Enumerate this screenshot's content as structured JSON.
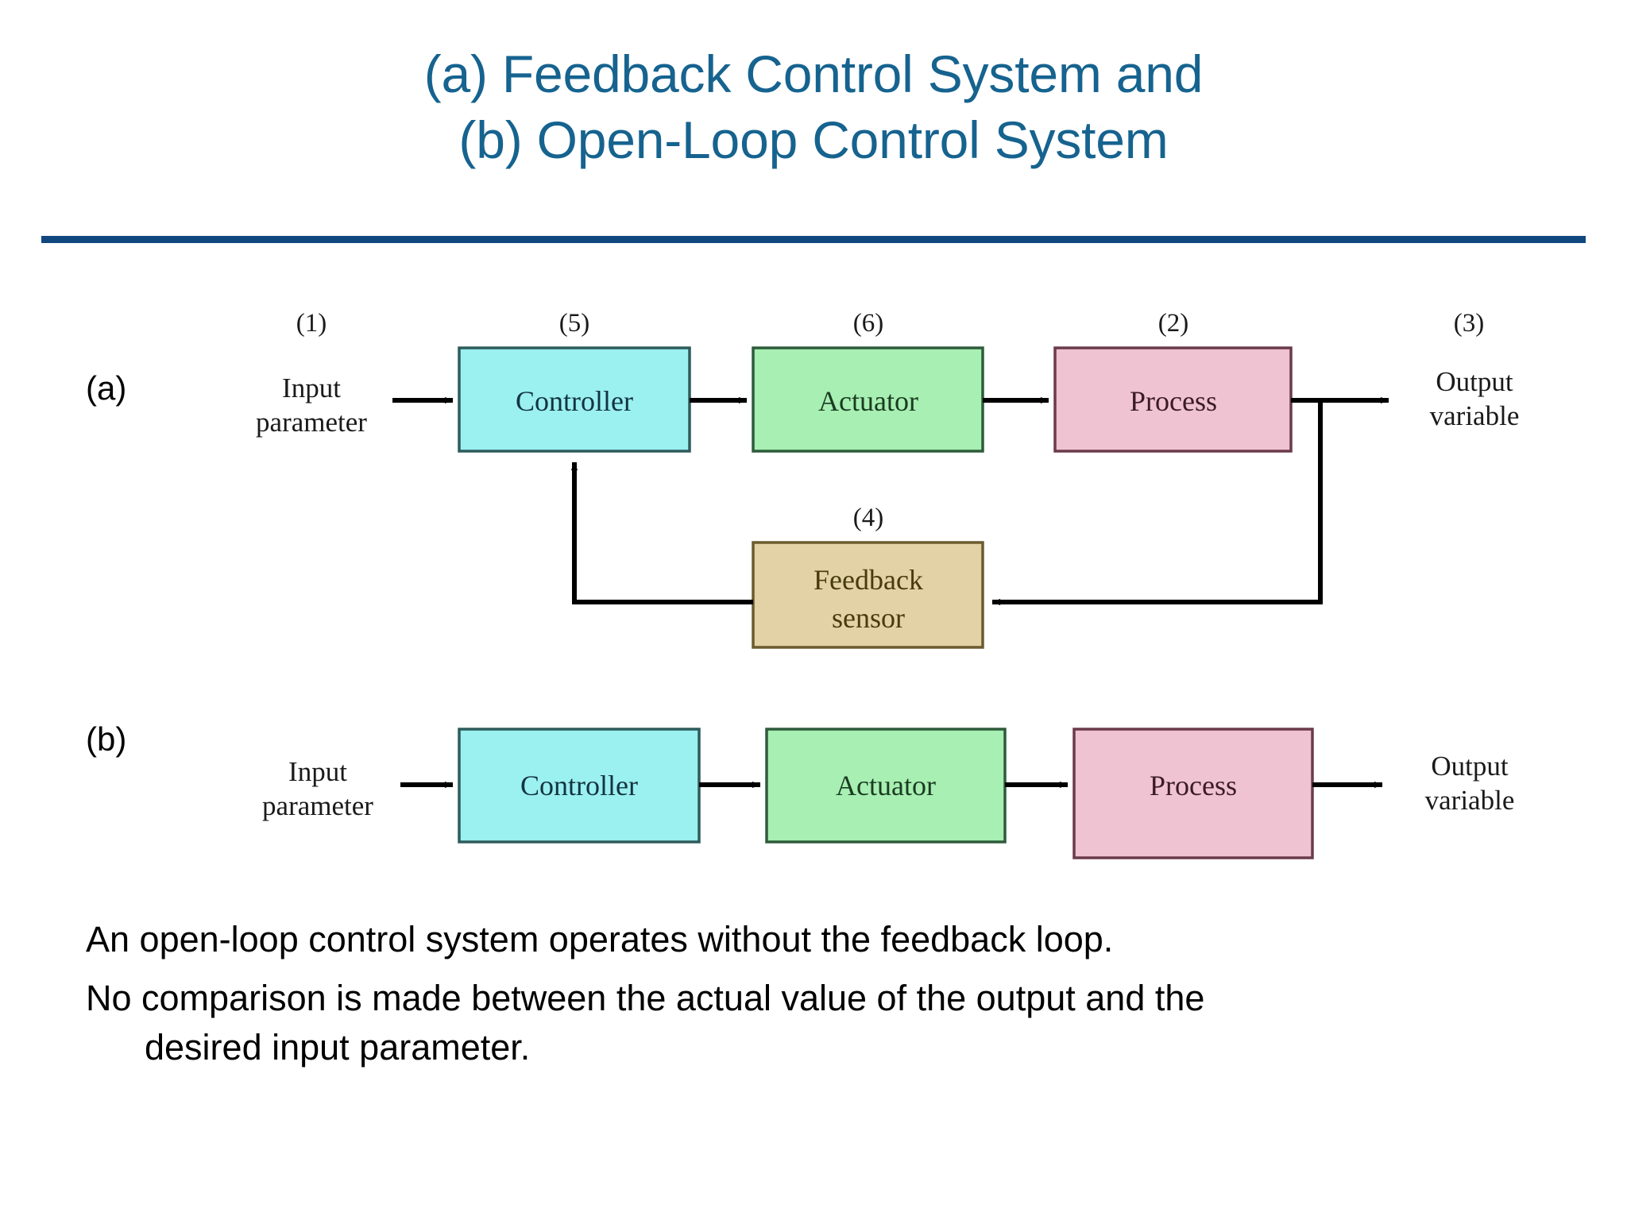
{
  "title": {
    "line1": "(a) Feedback Control System and",
    "line2": "(b) Open-Loop Control System",
    "color": "#16638F",
    "rule_color": "#10477E"
  },
  "sections": {
    "a_label": "(a)",
    "b_label": "(b)"
  },
  "diagram_a": {
    "numbers": {
      "n1": "(1)",
      "n5": "(5)",
      "n6": "(6)",
      "n2": "(2)",
      "n3": "(3)",
      "n4": "(4)"
    },
    "input_line1": "Input",
    "input_line2": "parameter",
    "output_line1": "Output",
    "output_line2": "variable",
    "boxes": [
      {
        "id": "controller",
        "label": "Controller",
        "fill": "#9BF0F0",
        "stroke": "#2E5B5B"
      },
      {
        "id": "actuator",
        "label": "Actuator",
        "fill": "#A7EFB2",
        "stroke": "#2E5B3B"
      },
      {
        "id": "process",
        "label": "Process",
        "fill": "#EFC3D2",
        "stroke": "#6B3B4B"
      },
      {
        "id": "feedback-sensor",
        "label_line1": "Feedback",
        "label_line2": "sensor",
        "fill": "#E3D2A5",
        "stroke": "#6B5B2E"
      }
    ]
  },
  "diagram_b": {
    "input_line1": "Input",
    "input_line2": "parameter",
    "output_line1": "Output",
    "output_line2": "variable",
    "boxes": [
      {
        "id": "controller",
        "label": "Controller",
        "fill": "#9BF0F0",
        "stroke": "#2E5B5B"
      },
      {
        "id": "actuator",
        "label": "Actuator",
        "fill": "#A7EFB2",
        "stroke": "#2E5B3B"
      },
      {
        "id": "process",
        "label": "Process",
        "fill": "#EFC3D2",
        "stroke": "#6B3B4B"
      }
    ]
  },
  "body": {
    "para1": "An open-loop control system operates without the feedback loop.",
    "para2_line1": "No comparison is made between the actual value of the output and the",
    "para2_line2": "desired input parameter."
  }
}
